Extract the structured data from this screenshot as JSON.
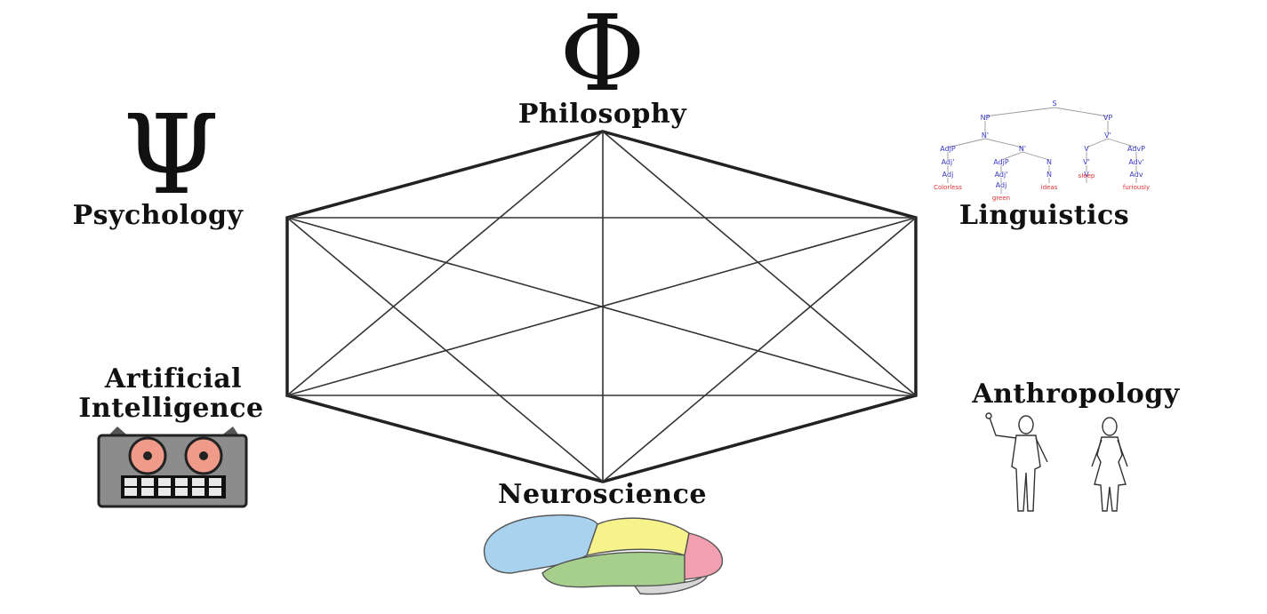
{
  "nodes": {
    "philosophy": {
      "label": "Philosophy",
      "symbol": "Φ"
    },
    "psychology": {
      "label": "Psychology",
      "symbol": "Ψ"
    },
    "linguistics": {
      "label": "Linguistics"
    },
    "ai": {
      "label_line1": "Artificial",
      "label_line2": "Intelligence"
    },
    "anthropology": {
      "label": "Anthropology"
    },
    "neuroscience": {
      "label": "Neuroscience"
    }
  },
  "parse_tree": {
    "root": "S",
    "level1": [
      "NP",
      "VP"
    ],
    "level2": [
      "N'",
      "V'"
    ],
    "level3": [
      "AdjP",
      "N'",
      "V",
      "AdvP"
    ],
    "level4": [
      "Adj'",
      "AdjP",
      "N",
      "V'",
      "Adv'"
    ],
    "level5": [
      "Adj",
      "Adj'",
      "N",
      "V",
      "Adv"
    ],
    "level6": [
      "Adj"
    ],
    "words": [
      "Colorless",
      "green",
      "ideas",
      "sleep",
      "furiously"
    ]
  },
  "colors": {
    "line": "#222222",
    "tree_label": "#3a3ac8",
    "tree_word": "#e03030",
    "robot_body": "#8c8c8c",
    "robot_eye": "#f09a8a",
    "brain_blue": "#a9d2ee",
    "brain_yellow": "#f6f38a",
    "brain_green": "#a6cf8c",
    "brain_pink": "#f2a0b0"
  }
}
